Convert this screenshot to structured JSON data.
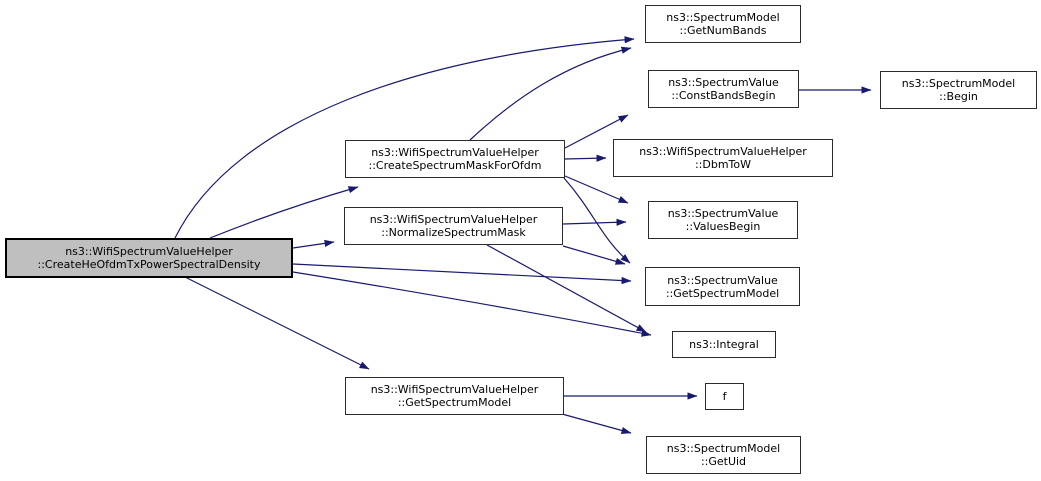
{
  "diagram": {
    "kind": "doxygen-call-graph",
    "edge_color": "#191970",
    "node_fill": "#ffffff",
    "highlight_fill": "#bfbfbf",
    "border_color": "#2b2b2b",
    "text_color": "#000000"
  },
  "nodes": {
    "main": {
      "line1": "ns3::WifiSpectrumValueHelper",
      "line2": "::CreateHeOfdmTxPowerSpectralDensity"
    },
    "create_spectrum_mask_for_ofdm": {
      "line1": "ns3::WifiSpectrumValueHelper",
      "line2": "::CreateSpectrumMaskForOfdm"
    },
    "normalize_spectrum_mask": {
      "line1": "ns3::WifiSpectrumValueHelper",
      "line2": "::NormalizeSpectrumMask"
    },
    "helper_get_spectrum_model": {
      "line1": "ns3::WifiSpectrumValueHelper",
      "line2": "::GetSpectrumModel"
    },
    "get_num_bands": {
      "line1": "ns3::SpectrumModel",
      "line2": "::GetNumBands"
    },
    "const_bands_begin": {
      "line1": "ns3::SpectrumValue",
      "line2": "::ConstBandsBegin"
    },
    "dbm_to_w": {
      "line1": "ns3::WifiSpectrumValueHelper",
      "line2": "::DbmToW"
    },
    "values_begin": {
      "line1": "ns3::SpectrumValue",
      "line2": "::ValuesBegin"
    },
    "value_get_spectrum_model": {
      "line1": "ns3::SpectrumValue",
      "line2": "::GetSpectrumModel"
    },
    "integral": {
      "line1": "ns3::Integral"
    },
    "f": {
      "line1": "f"
    },
    "get_uid": {
      "line1": "ns3::SpectrumModel",
      "line2": "::GetUid"
    },
    "begin": {
      "line1": "ns3::SpectrumModel",
      "line2": "::Begin"
    }
  },
  "edges": [
    {
      "from": "main",
      "to": "create_spectrum_mask_for_ofdm"
    },
    {
      "from": "main",
      "to": "normalize_spectrum_mask"
    },
    {
      "from": "main",
      "to": "get_num_bands"
    },
    {
      "from": "main",
      "to": "value_get_spectrum_model"
    },
    {
      "from": "main",
      "to": "integral"
    },
    {
      "from": "main",
      "to": "helper_get_spectrum_model"
    },
    {
      "from": "create_spectrum_mask_for_ofdm",
      "to": "get_num_bands"
    },
    {
      "from": "create_spectrum_mask_for_ofdm",
      "to": "const_bands_begin"
    },
    {
      "from": "create_spectrum_mask_for_ofdm",
      "to": "dbm_to_w"
    },
    {
      "from": "create_spectrum_mask_for_ofdm",
      "to": "values_begin"
    },
    {
      "from": "create_spectrum_mask_for_ofdm",
      "to": "value_get_spectrum_model"
    },
    {
      "from": "normalize_spectrum_mask",
      "to": "values_begin"
    },
    {
      "from": "normalize_spectrum_mask",
      "to": "value_get_spectrum_model"
    },
    {
      "from": "normalize_spectrum_mask",
      "to": "integral"
    },
    {
      "from": "const_bands_begin",
      "to": "begin"
    },
    {
      "from": "helper_get_spectrum_model",
      "to": "f"
    },
    {
      "from": "helper_get_spectrum_model",
      "to": "get_uid"
    }
  ]
}
